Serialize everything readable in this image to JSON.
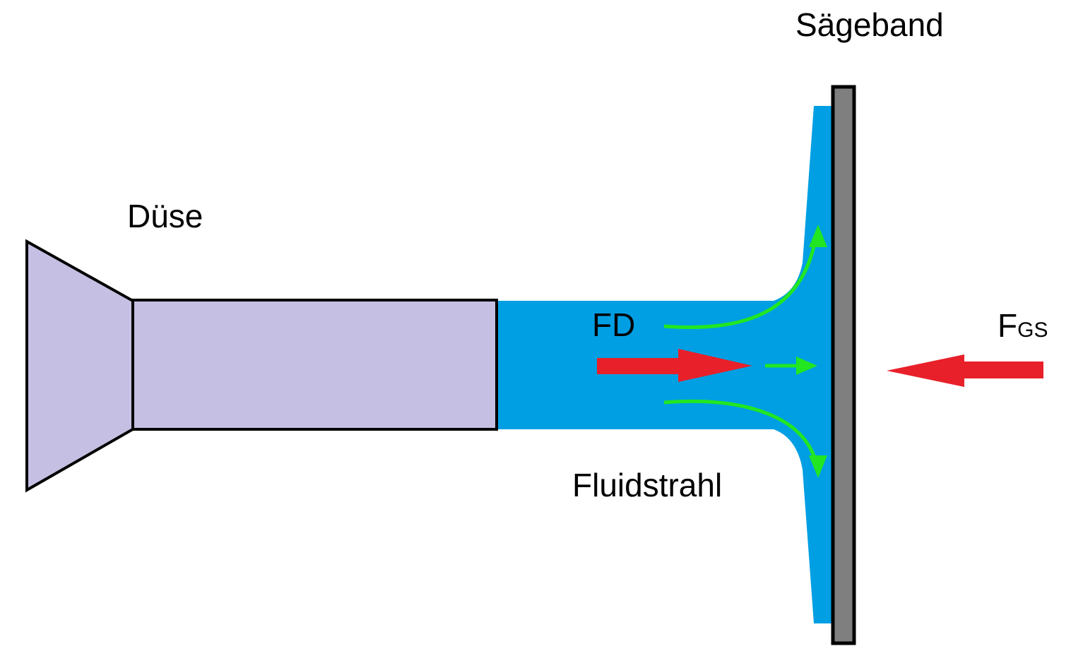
{
  "labels": {
    "saw_band": "Sägeband",
    "nozzle": "Düse",
    "force_fd": "FD",
    "fluid_jet": "Fluidstrahl",
    "force_fgs_main": "F",
    "force_fgs_sub": "GS"
  },
  "colors": {
    "nozzle_fill": "#c5bfe3",
    "outline": "#000000",
    "fluid": "#009fe3",
    "saw_band": "#7f7f7f",
    "force_arrow": "#e8202a",
    "flow_arrow": "#22e622",
    "background": "#ffffff"
  }
}
